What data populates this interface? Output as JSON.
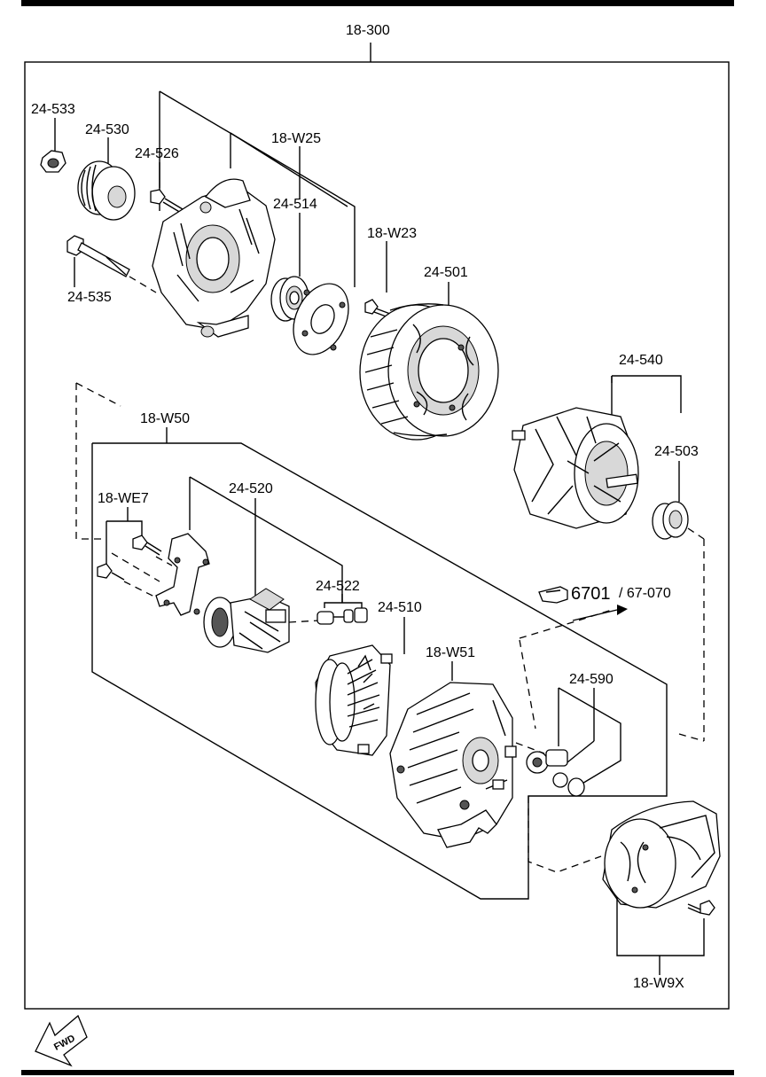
{
  "callouts": {
    "assembly": "18-300",
    "nut": "24-533",
    "pulley": "24-530",
    "pulley_bolt": "24-526",
    "front_kit": "18-W25",
    "bearing": "24-514",
    "stator_kit": "18-W23",
    "stator": "24-501",
    "through_bolt": "24-535",
    "rotor_kit": "24-540",
    "rear_bearing": "24-503",
    "rear_kit": "18-W50",
    "regulator_kit": "18-WE7",
    "regulator": "24-520",
    "brush_set": "24-522",
    "rectifier": "24-510",
    "rear_housing_kit": "18-W51",
    "terminal_kit": "24-590",
    "cover_kit": "18-W9X"
  },
  "reference": {
    "page": "6701",
    "sub": "/ 67-070"
  },
  "fwd_label": "FWD"
}
